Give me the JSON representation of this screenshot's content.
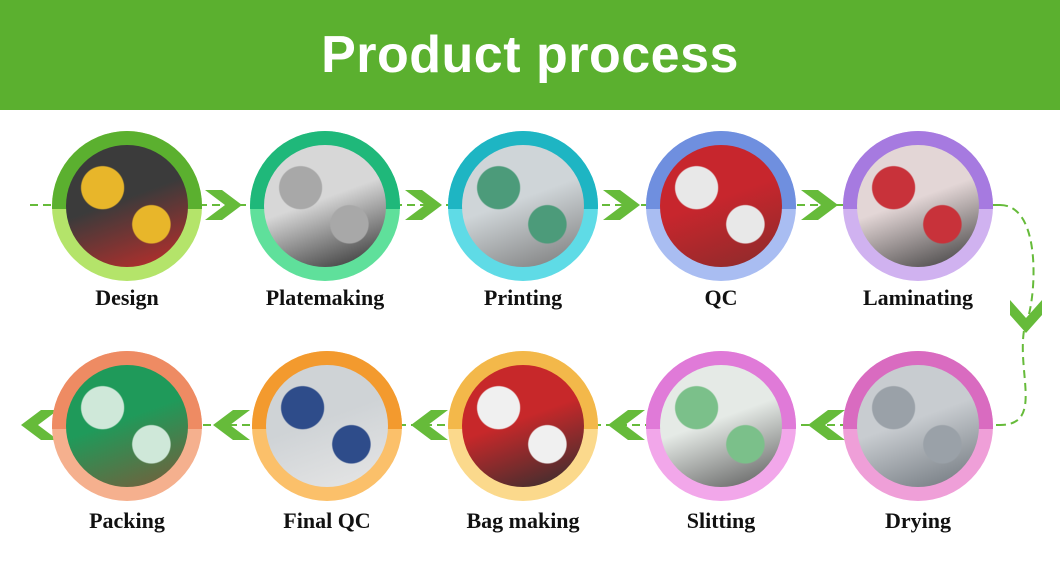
{
  "header": {
    "title": "Product process"
  },
  "steps": [
    {
      "label": "Design",
      "ring": "#b4e46a",
      "ring_dark": "#5bb02f",
      "photo": [
        "#3b3b3b",
        "#e8b62a",
        "#c22d2a"
      ]
    },
    {
      "label": "Platemaking",
      "ring": "#5fe09b",
      "ring_dark": "#1fb87a",
      "photo": [
        "#d7d7d7",
        "#a8a8a8",
        "#2d2d2d"
      ]
    },
    {
      "label": "Printing",
      "ring": "#5fdbe6",
      "ring_dark": "#1eb5c3",
      "photo": [
        "#cfd5d8",
        "#4c9b7a",
        "#7a7a7a"
      ]
    },
    {
      "label": "QC",
      "ring": "#a9bdf2",
      "ring_dark": "#6f8fdf",
      "photo": [
        "#c7262d",
        "#e8e8e8",
        "#8a2b2b"
      ]
    },
    {
      "label": "Laminating",
      "ring": "#d0b2f0",
      "ring_dark": "#a67ae0",
      "photo": [
        "#e3d6d6",
        "#c8323a",
        "#3a3a3a"
      ]
    },
    {
      "label": "Drying",
      "ring": "#ef9fd8",
      "ring_dark": "#d96bc0",
      "photo": [
        "#c8ccd0",
        "#9aa1a8",
        "#6e757c"
      ]
    },
    {
      "label": "Slitting",
      "ring": "#f2a7ea",
      "ring_dark": "#e07ad8",
      "photo": [
        "#e5eae6",
        "#7bc08a",
        "#5a5a5a"
      ]
    },
    {
      "label": "Bag making",
      "ring": "#fbd98c",
      "ring_dark": "#f3b84a",
      "photo": [
        "#c7282a",
        "#f0f0f0",
        "#2f2f2f"
      ]
    },
    {
      "label": "Final QC",
      "ring": "#fbc06a",
      "ring_dark": "#f39a2e",
      "photo": [
        "#cfd3d6",
        "#2e4c8a",
        "#e6e6e6"
      ]
    },
    {
      "label": "Packing",
      "ring": "#f5b08e",
      "ring_dark": "#ee8b63",
      "photo": [
        "#1f9a5a",
        "#cfe8d9",
        "#7a5b3a"
      ]
    }
  ],
  "colors": {
    "accent": "#5bb02f",
    "arrow": "#66bb3a"
  }
}
